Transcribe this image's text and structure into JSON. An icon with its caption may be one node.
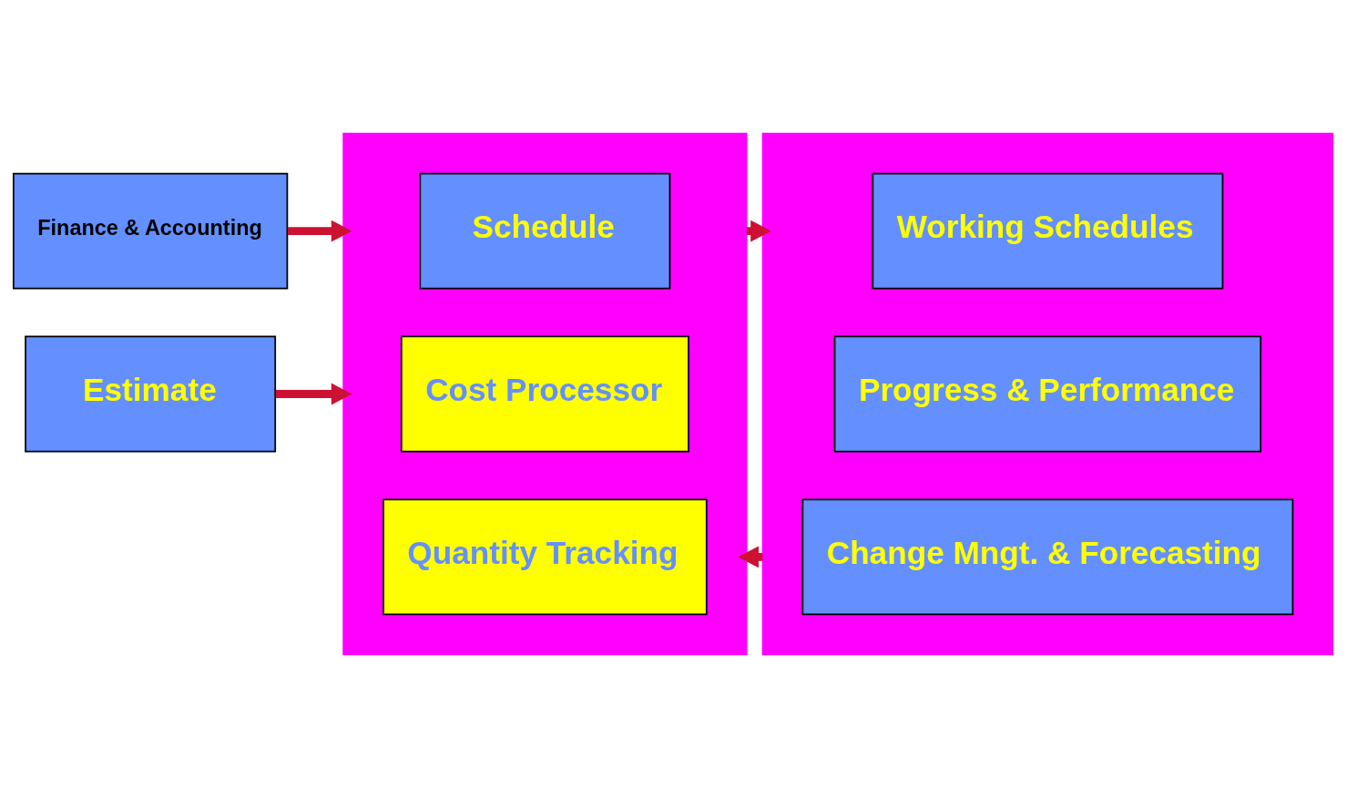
{
  "diagram": {
    "nodes": [
      {
        "text": [
          "Finance & Accounting"
        ]
      },
      {
        "text": [
          "Estimate"
        ]
      },
      {
        "text": [],
        "shape": "box"
      },
      {
        "text": [
          "Schedule"
        ],
        "in": 2
      },
      {
        "text": [
          "Cost Processor"
        ],
        "in": 2
      },
      {
        "text": [
          "Quantity Tracking"
        ],
        "in": 2
      },
      {
        "text": [],
        "shape": "box"
      },
      {
        "text": [
          "Working Schedules"
        ],
        "in": 6
      },
      {
        "text": [
          "Progress & Performance"
        ],
        "in": 6
      },
      {
        "text": [
          "Change Mngt. & Forecasting"
        ],
        "in": 6
      }
    ],
    "edges": [
      {
        "from": 0,
        "to": 2,
        "arrow": "to"
      },
      {
        "from": 1,
        "to": 2,
        "arrow": "to"
      },
      {
        "from": 2,
        "to": 6,
        "arrow": "to"
      },
      {
        "from": 6,
        "to": 2,
        "arrow": "to"
      }
    ]
  }
}
